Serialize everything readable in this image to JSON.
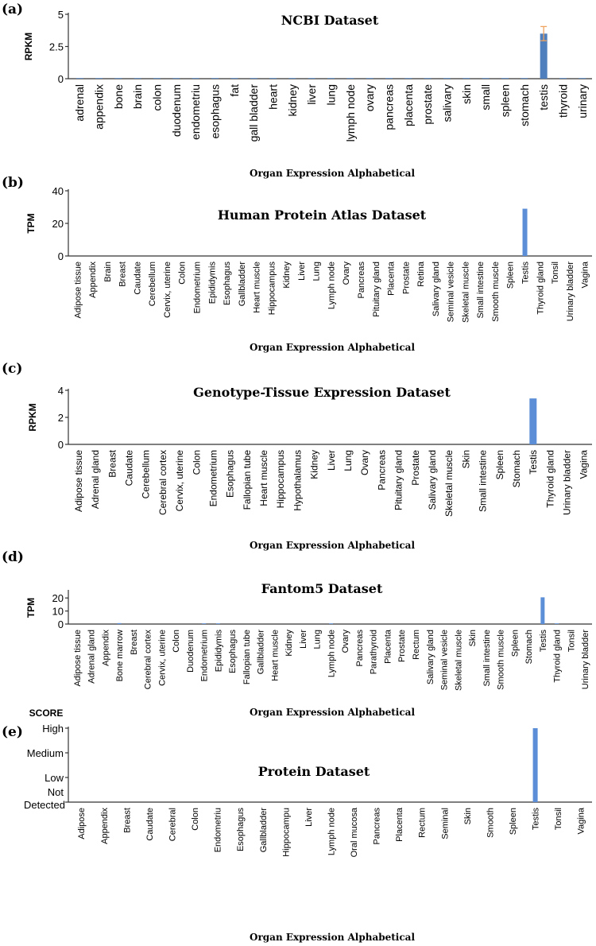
{
  "chart_data": [
    {
      "type": "bar",
      "panel": "(a)",
      "title": "NCBI Dataset",
      "xlabel": "Organ Expression Alphabetical",
      "ylabel": "RPKM",
      "ylim": [
        0,
        5
      ],
      "yticks": [
        "0",
        "2.5",
        "5"
      ],
      "categories": [
        "adrenal",
        "appendix",
        "bone",
        "brain",
        "colon",
        "duodenum",
        "endometriu",
        "esophagus",
        "fat",
        "gall bladder",
        "heart",
        "kidney",
        "liver",
        "lung",
        "lymph node",
        "ovary",
        "pancreas",
        "placenta",
        "prostate",
        "salivary",
        "skin",
        "small",
        "spleen",
        "stomach",
        "testis",
        "thyroid",
        "urinary"
      ],
      "values": [
        0.02,
        0.02,
        0.02,
        0.02,
        0.02,
        0.02,
        0.02,
        0.02,
        0.02,
        0.02,
        0.02,
        0.05,
        0.02,
        0.02,
        0.02,
        0.02,
        0.02,
        0.02,
        0.02,
        0.02,
        0.02,
        0.02,
        0.02,
        0.02,
        3.5,
        0.02,
        0.02
      ],
      "error": [
        0,
        0,
        0,
        0,
        0,
        0,
        0,
        0,
        0,
        0,
        0,
        0,
        0,
        0,
        0,
        0,
        0,
        0,
        0,
        0,
        0,
        0,
        0,
        0,
        0.55,
        0,
        0
      ],
      "bar_color": "#4f7fbd",
      "error_color": "#f0a35e"
    },
    {
      "type": "bar",
      "panel": "(b)",
      "title": "Human Protein Atlas Dataset",
      "xlabel": "Organ Expression Alphabetical",
      "ylabel": "TPM",
      "ylim": [
        0,
        40
      ],
      "yticks": [
        "0",
        "20",
        "40"
      ],
      "categories": [
        "Adipose tissue",
        "Appendix",
        "Brain",
        "Breast",
        "Caudate",
        "Cerebellum",
        "Cervix, uterine",
        "Colon",
        "Endometrium",
        "Epididymis",
        "Esophagus",
        "Gallbladder",
        "Heart muscle",
        "Hippocampus",
        "Kidney",
        "Liver",
        "Lung",
        "Lymph node",
        "Ovary",
        "Pancreas",
        "Pituitary gland",
        "Placenta",
        "Prostate",
        "Retina",
        "Salivary gland",
        "Seminal vesicle",
        "Skeletal muscle",
        "Small intestine",
        "Smooth muscle",
        "Spleen",
        "Testis",
        "Thyroid gland",
        "Tonsil",
        "Urinary bladder",
        "Vagina"
      ],
      "values": [
        0,
        0,
        0,
        0,
        0,
        0,
        0,
        0,
        0,
        0,
        0,
        0,
        0,
        0,
        0,
        0,
        0,
        0,
        0,
        0,
        0,
        0,
        0,
        0,
        0,
        0,
        0,
        0,
        0,
        0,
        29,
        0,
        0,
        0,
        0
      ],
      "bar_color": "#5b8ed6"
    },
    {
      "type": "bar",
      "panel": "(c)",
      "title": "Genotype-Tissue Expression Dataset",
      "xlabel": "Organ Expression Alphabetical",
      "ylabel": "RPKM",
      "ylim": [
        0,
        4
      ],
      "yticks": [
        "0",
        "2",
        "4"
      ],
      "categories": [
        "Adipose tissue",
        "Adrenal gland",
        "Breast",
        "Caudate",
        "Cerebellum",
        "Cerebral cortex",
        "Cervix, uterine",
        "Colon",
        "Endometrium",
        "Esophagus",
        "Fallopian tube",
        "Heart muscle",
        "Hippocampus",
        "Hypothalamus",
        "Kidney",
        "Liver",
        "Lung",
        "Ovary",
        "Pancreas",
        "Pituitary gland",
        "Prostate",
        "Salivary gland",
        "Skeletal muscle",
        "Skin",
        "Small intestine",
        "Spleen",
        "Stomach",
        "Testis",
        "Thyroid gland",
        "Urinary bladder",
        "Vagina"
      ],
      "values": [
        0,
        0,
        0,
        0,
        0,
        0,
        0,
        0,
        0,
        0,
        0,
        0,
        0,
        0,
        0,
        0,
        0,
        0,
        0,
        0,
        0,
        0,
        0,
        0,
        0,
        0,
        0,
        3.4,
        0,
        0,
        0
      ],
      "bar_color": "#5b8ed6"
    },
    {
      "type": "bar",
      "panel": "(d)",
      "title": "Fantom5 Dataset",
      "xlabel": "Organ Expression Alphabetical",
      "ylabel": "TPM",
      "ylim": [
        0,
        25
      ],
      "yticks": [
        "0",
        "10",
        "20"
      ],
      "ytick_values": [
        0,
        10,
        20
      ],
      "categories": [
        "Adipose tissue",
        "Adrenal gland",
        "Appendix",
        "Bone marrow",
        "Breast",
        "Cerebral cortex",
        "Cervix, uterine",
        "Colon",
        "Duodenum",
        "Endometrium",
        "Epididymis",
        "Esophagus",
        "Fallopian tube",
        "Gallbladder",
        "Heart muscle",
        "Kidney",
        "Liver",
        "Lung",
        "Lymph node",
        "Ovary",
        "Pancreas",
        "Parathyroid",
        "Placenta",
        "Prostate",
        "Rectum",
        "Salivary gland",
        "Seminal vesicle",
        "Skeletal muscle",
        "Skin",
        "Small intestine",
        "Smooth muscle",
        "Spleen",
        "Stomach",
        "Testis",
        "Thyroid gland",
        "Tonsil",
        "Urinary bladder"
      ],
      "values": [
        0,
        0,
        0,
        0.7,
        0,
        0,
        0,
        0,
        0,
        0.2,
        0.3,
        0,
        0,
        0,
        0,
        0,
        0,
        0,
        0.3,
        0,
        0,
        0,
        0,
        0,
        0,
        0,
        0,
        0,
        0,
        0,
        0,
        0,
        0,
        20.5,
        0.2,
        0,
        0
      ],
      "bar_color": "#5b8ed6"
    },
    {
      "type": "bar",
      "panel": "(e)",
      "title": "Protein Dataset",
      "xlabel": "Organ Expression Alphabetical",
      "ylabel": "SCORE",
      "ylim": [
        0,
        3
      ],
      "yticks": [
        "Not Detected",
        "Low",
        "Medium",
        "High"
      ],
      "categories": [
        "Adipose",
        "Appendix",
        "Breast",
        "Caudate",
        "Cerebral",
        "Colon",
        "Endometriu",
        "Esophagus",
        "Gallbladder",
        "Hippocampu",
        "Liver",
        "Lymph node",
        "Oral mucosa",
        "Pancreas",
        "Placenta",
        "Rectum",
        "Seminal",
        "Skin",
        "Smooth",
        "Spleen",
        "Testis",
        "Tonsil",
        "Vagina"
      ],
      "values": [
        0,
        0,
        0,
        0,
        0,
        0,
        0,
        0,
        0,
        0,
        0,
        0,
        0,
        0,
        0,
        0,
        0,
        0,
        0,
        0,
        3,
        0,
        0
      ],
      "bar_color": "#5b8ed6"
    }
  ]
}
